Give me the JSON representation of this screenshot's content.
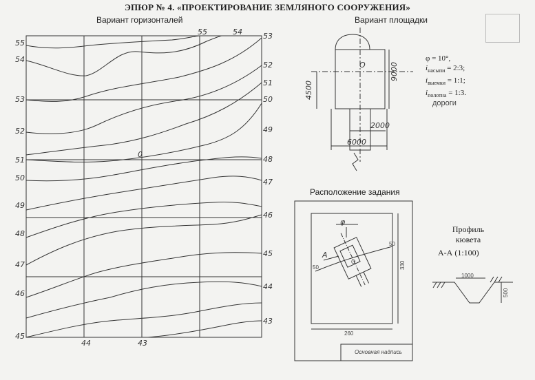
{
  "title": "ЭПЮР № 4. «ПРОЕКТИРОВАНИЕ ЗЕМЛЯНОГО СООРУЖЕНИЯ»",
  "contour_map": {
    "heading": "Вариант горизонталей",
    "left_labels": [
      "55",
      "54",
      "53",
      "52",
      "51",
      "50",
      "49",
      "48",
      "47",
      "46",
      "45"
    ],
    "right_labels": [
      "53",
      "52",
      "51",
      "50",
      "49",
      "48",
      "47",
      "46",
      "45",
      "44",
      "43"
    ],
    "top_labels": [
      "55",
      "54"
    ],
    "bottom_labels": [
      "44",
      "43"
    ],
    "zero_label": "0"
  },
  "site": {
    "heading": "Вариант площадки",
    "center_label": "O",
    "dim_width": "9000",
    "dim_height": "4500",
    "dim_road": "2000",
    "dim_base": "6000"
  },
  "params": {
    "phi": "φ = 10°,",
    "fill_symbol": "i",
    "fill_sub": "насыпи",
    "fill_val": " = 2:3;",
    "cut_symbol": "i",
    "cut_sub": "выемки",
    "cut_val": " = 1:1;",
    "road_symbol": "i",
    "road_sub": "полотна",
    "road_val": " = 1:3.",
    "road_sub2": "дороги"
  },
  "layout_panel": {
    "heading": "Расположение задания",
    "dim_bottom": "260",
    "dim_right": "330",
    "label_50_left": "50",
    "label_50_right": "50",
    "section_A": "A",
    "phi": "φ",
    "center": "O",
    "stamp": "Основная надпись"
  },
  "profile": {
    "heading1": "Профиль",
    "heading2": "кювета",
    "section": "А-А (1:100)",
    "dim_width": "1000",
    "dim_depth": "500"
  }
}
